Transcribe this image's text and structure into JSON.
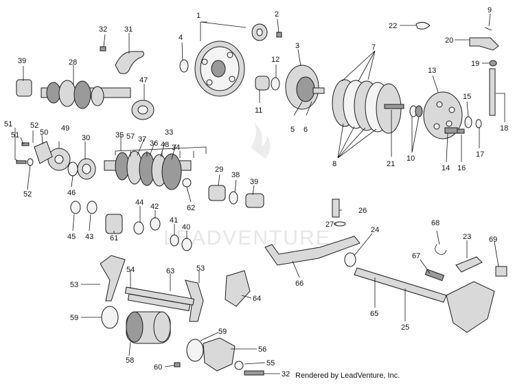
{
  "credit": "Rendered by LeadVenture, Inc.",
  "watermark": "LEADVENTURE",
  "callouts": [
    "1",
    "2",
    "3",
    "4",
    "5",
    "6",
    "7",
    "8",
    "9",
    "10",
    "11",
    "12",
    "13",
    "14",
    "15",
    "16",
    "17",
    "18",
    "19",
    "20",
    "21",
    "22",
    "23",
    "24",
    "25",
    "26",
    "27",
    "28",
    "29",
    "30",
    "31",
    "32",
    "33",
    "34",
    "35",
    "36",
    "37",
    "38",
    "39",
    "40",
    "41",
    "42",
    "43",
    "44",
    "45",
    "46",
    "47",
    "48",
    "49",
    "50",
    "51",
    "52",
    "53",
    "54",
    "55",
    "56",
    "57",
    "58",
    "59",
    "60",
    "61",
    "62",
    "63",
    "64",
    "65",
    "66",
    "67",
    "68",
    "69"
  ]
}
